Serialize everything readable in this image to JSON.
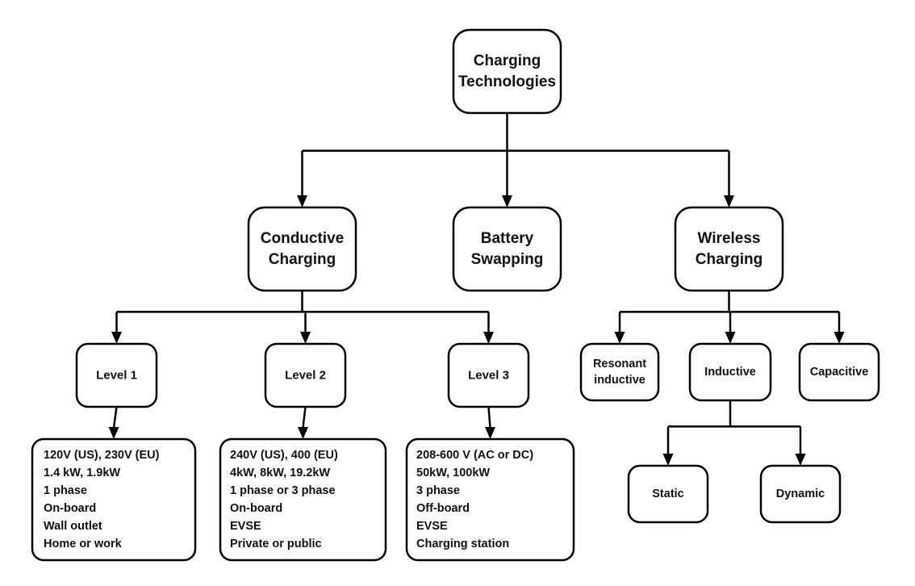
{
  "diagram": {
    "nodes": {
      "root": {
        "lines": [
          "Charging",
          "Technologies"
        ]
      },
      "conductive": {
        "lines": [
          "Conductive",
          "Charging"
        ]
      },
      "battery": {
        "lines": [
          "Battery",
          "Swapping"
        ]
      },
      "wireless": {
        "lines": [
          "Wireless",
          "Charging"
        ]
      },
      "level1": {
        "lines": [
          "Level 1"
        ]
      },
      "level2": {
        "lines": [
          "Level 2"
        ]
      },
      "level3": {
        "lines": [
          "Level 3"
        ]
      },
      "resonant": {
        "lines": [
          "Resonant",
          "inductive"
        ]
      },
      "inductive": {
        "lines": [
          "Inductive"
        ]
      },
      "capacitive": {
        "lines": [
          "Capacitive"
        ]
      },
      "static": {
        "lines": [
          "Static"
        ]
      },
      "dynamic": {
        "lines": [
          "Dynamic"
        ]
      },
      "level1_specs": {
        "lines": [
          "120V (US), 230V (EU)",
          "1.4 kW, 1.9kW",
          "1 phase",
          "On-board",
          "Wall outlet",
          "Home or work"
        ]
      },
      "level2_specs": {
        "lines": [
          "240V (US), 400 (EU)",
          "4kW, 8kW, 19.2kW",
          "1 phase or 3 phase",
          "On-board",
          "EVSE",
          "Private or public"
        ]
      },
      "level3_specs": {
        "lines": [
          "208-600 V (AC or DC)",
          "50kW, 100kW",
          "3 phase",
          "Off-board",
          "EVSE",
          "Charging station"
        ]
      }
    },
    "edges": [
      [
        "root",
        "conductive"
      ],
      [
        "root",
        "battery"
      ],
      [
        "root",
        "wireless"
      ],
      [
        "conductive",
        "level1"
      ],
      [
        "conductive",
        "level2"
      ],
      [
        "conductive",
        "level3"
      ],
      [
        "level1",
        "level1_specs"
      ],
      [
        "level2",
        "level2_specs"
      ],
      [
        "level3",
        "level3_specs"
      ],
      [
        "wireless",
        "resonant"
      ],
      [
        "wireless",
        "inductive"
      ],
      [
        "wireless",
        "capacitive"
      ],
      [
        "inductive",
        "static"
      ],
      [
        "inductive",
        "dynamic"
      ]
    ]
  }
}
